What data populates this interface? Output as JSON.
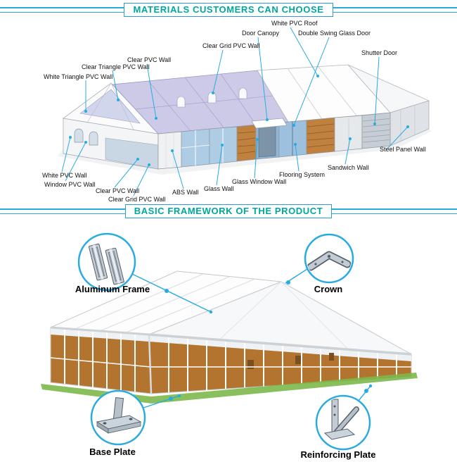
{
  "banners": {
    "materials": "MATERIALS CUSTOMERS CAN CHOOSE",
    "framework": "BASIC FRAMEWORK OF THE PRODUCT"
  },
  "colors": {
    "accent_blue": "#29ABE2",
    "title_teal": "#00A79D",
    "clear_roof": "#C9C6E6",
    "wood": "#B2742E",
    "grass": "#7CB84A"
  },
  "materials_section": {
    "labels": [
      {
        "text": "White Triangle PVC Wall"
      },
      {
        "text": "Clear Triangle PVC Wall"
      },
      {
        "text": "Clear PVC Wall"
      },
      {
        "text": "Clear Grid PVC Wall"
      },
      {
        "text": "Door Canopy"
      },
      {
        "text": "White PVC Roof"
      },
      {
        "text": "Double Swing Glass Door"
      },
      {
        "text": "Shutter Door"
      },
      {
        "text": "Steel Panel Wall"
      },
      {
        "text": "Sandwich Wall"
      },
      {
        "text": "Flooring System"
      },
      {
        "text": "Glass Window Wall"
      },
      {
        "text": "Glass Wall"
      },
      {
        "text": "ABS Wall"
      },
      {
        "text": "Clear Grid PVC Wall"
      },
      {
        "text": "Clear PVC Wall"
      },
      {
        "text": "Window PVC Wall"
      },
      {
        "text": "White PVC Wall"
      }
    ]
  },
  "framework_section": {
    "callouts": [
      {
        "label": "Aluminum Frame"
      },
      {
        "label": "Crown"
      },
      {
        "label": "Base Plate"
      },
      {
        "label": "Reinforcing Plate"
      }
    ]
  }
}
